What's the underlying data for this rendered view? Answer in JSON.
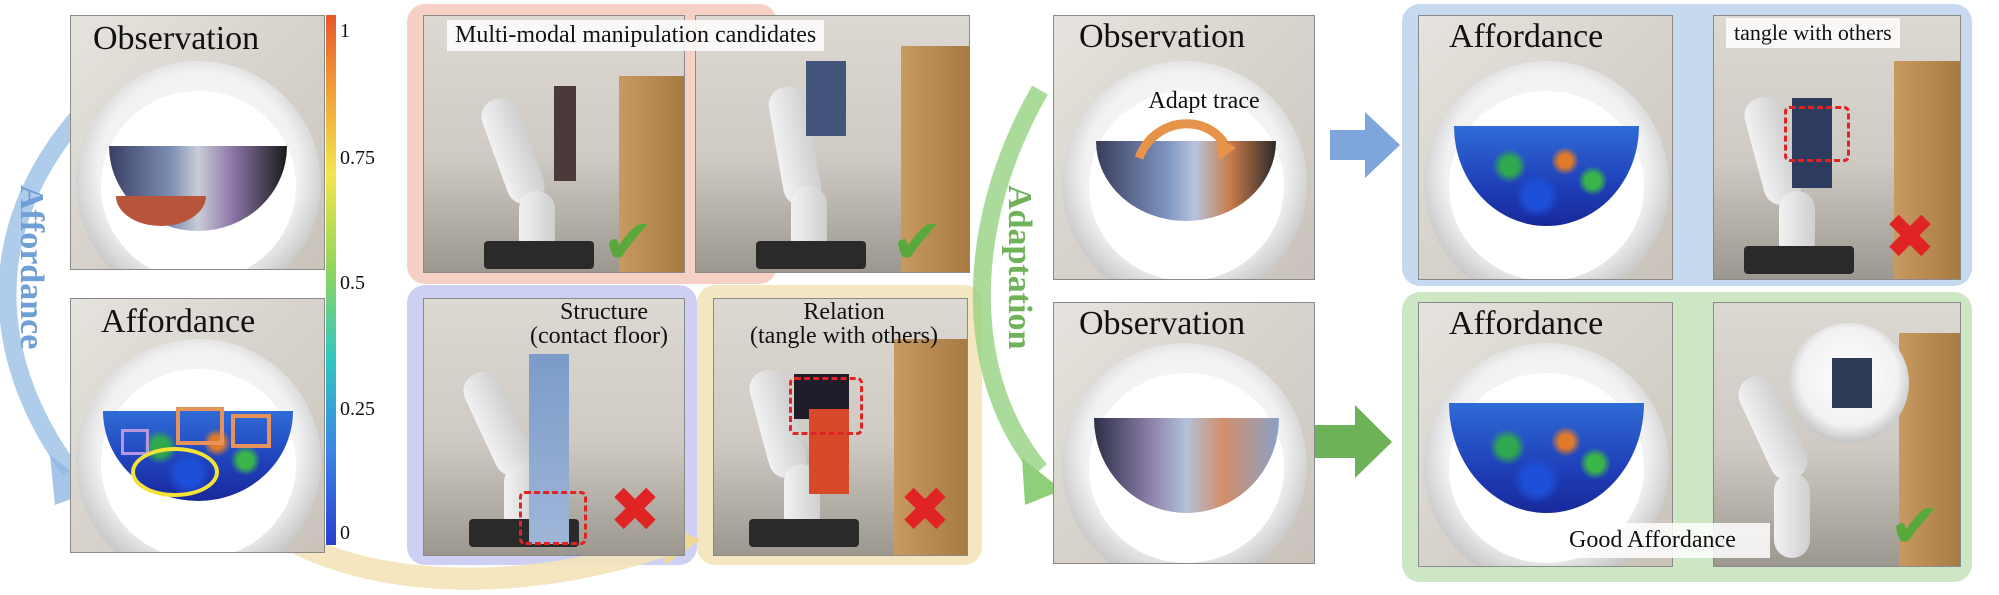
{
  "colorbar": {
    "ticks": [
      "1",
      "0.75",
      "0.5",
      "0.25",
      "0"
    ]
  },
  "left": {
    "observation_title": "Observation",
    "affordance_title": "Affordance",
    "arc_label": "Affordance"
  },
  "candidates": {
    "header": "Multi-modal manipulation candidates",
    "structure_label": "Structure (contact floor)",
    "structure_line1": "Structure",
    "structure_line2": "(contact floor)",
    "relation_line1": "Relation",
    "relation_line2": "(tangle with others)"
  },
  "adaptation": {
    "arc_label": "Adaptation",
    "obs_top_title": "Observation",
    "adapt_trace": "Adapt trace",
    "obs_bottom_title": "Observation"
  },
  "right": {
    "aff_top_title": "Affordance",
    "tangle_label": "tangle with others",
    "aff_bottom_title": "Affordance",
    "good_affordance": "Good Affordance"
  },
  "colors": {
    "pink_group": "#f6d0c4",
    "purple_group": "#cdd0f3",
    "yellow_group": "#f5e6c2",
    "blue_group": "#c6d9ee",
    "green_group": "#cde6c4",
    "check": "#5aa83c",
    "cross": "#e02424",
    "affordance_arc": "#8fb7e3",
    "adaptation_arc": "#8fcf7a"
  },
  "icons": [
    "check-icon",
    "cross-icon",
    "right-arrow-icon"
  ]
}
